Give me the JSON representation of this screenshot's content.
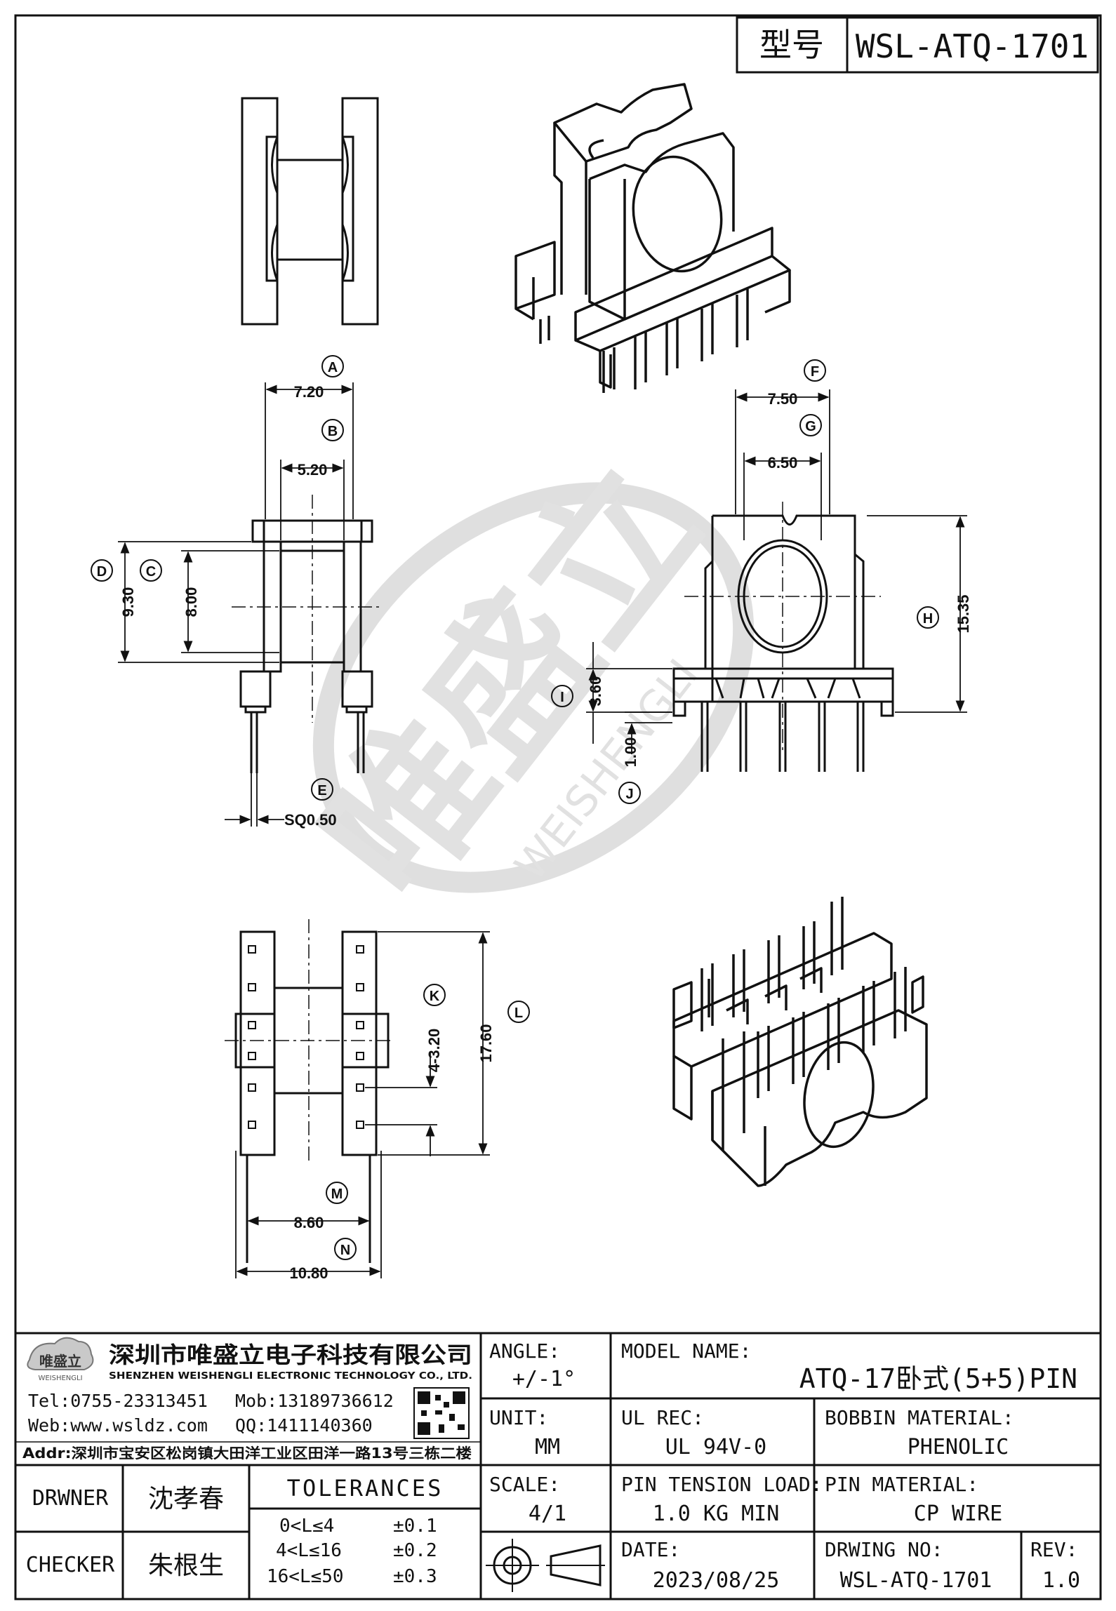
{
  "part_number_label": "型号",
  "part_number": "WSL-ATQ-1701",
  "watermark": {
    "cn": "唯盛立",
    "en": "WEISHENGLI"
  },
  "dimensions": {
    "A": {
      "label": "A",
      "value": "7.20"
    },
    "B": {
      "label": "B",
      "value": "5.20"
    },
    "C": {
      "label": "C",
      "value": "8.00"
    },
    "D": {
      "label": "D",
      "value": "9.30"
    },
    "E": {
      "label": "E",
      "value": "SQ0.50"
    },
    "F": {
      "label": "F",
      "value": "7.50"
    },
    "G": {
      "label": "G",
      "value": "6.50"
    },
    "H": {
      "label": "H",
      "value": "15.35"
    },
    "I": {
      "label": "I",
      "value": "3.60"
    },
    "J": {
      "label": "J",
      "value": "1.00"
    },
    "K": {
      "label": "K",
      "value": "4-3.20"
    },
    "L": {
      "label": "L",
      "value": "17.60"
    },
    "M": {
      "label": "M",
      "value": "8.60"
    },
    "N": {
      "label": "N",
      "value": "10.80"
    }
  },
  "company": {
    "name_cn": "深圳市唯盛立电子科技有限公司",
    "name_en": "SHENZHEN WEISHENGLI ELECTRONIC TECHNOLOGY CO., LTD.",
    "logo_text": "唯盛立",
    "logo_sub": "WEISHENGLI",
    "tel": "Tel:0755-23313451",
    "mob": "Mob:13189736612",
    "web": "Web:www.wsldz.com",
    "qq": "QQ:1411140360",
    "addr": "Addr:深圳市宝安区松岗镇大田洋工业区田洋一路13号三栋二楼"
  },
  "title_block": {
    "angle_label": "ANGLE:",
    "angle_value": "+/-1°",
    "model_label": "MODEL NAME:",
    "model_value": "ATQ-17卧式(5+5)PIN",
    "unit_label": "UNIT:",
    "unit_value": "MM",
    "ul_label": "UL REC:",
    "ul_value": "UL 94V-0",
    "bobbin_label": "BOBBIN MATERIAL:",
    "bobbin_value": "PHENOLIC",
    "scale_label": "SCALE:",
    "scale_value": "4/1",
    "tension_label": "PIN TENSION LOAD:",
    "tension_value": "1.0 KG MIN",
    "pin_label": "PIN MATERIAL:",
    "pin_value": "CP WIRE",
    "date_label": "DATE:",
    "date_value": "2023/08/25",
    "drwno_label": "DRWING NO:",
    "drwno_value": "WSL-ATQ-1701",
    "rev_label": "REV:",
    "rev_value": "1.0",
    "drawer_label": "DRWNER",
    "drawer_value": "沈孝春",
    "checker_label": "CHECKER",
    "checker_value": "朱根生",
    "tol_title": "TOLERANCES",
    "tol": [
      {
        "range": "0<L≤4",
        "value": "±0.1"
      },
      {
        "range": "4<L≤16",
        "value": "±0.2"
      },
      {
        "range": "16<L≤50",
        "value": "±0.3"
      }
    ]
  }
}
